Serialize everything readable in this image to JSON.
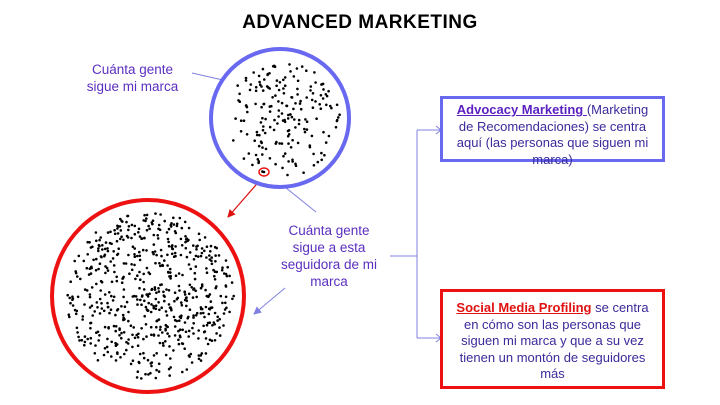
{
  "title": "ADVANCED MARKETING",
  "labels": {
    "brand_followers": [
      "Cuánta gente",
      "sigue mi marca"
    ],
    "follower_followers": [
      "Cuánta gente",
      "sigue a esta",
      "seguidora de mi",
      "marca"
    ]
  },
  "advocacy": {
    "heading": "Advocacy Marketing ",
    "text": "(Marketing de Recomendaciones) se centra aquí (las personas que siguen mi marca)"
  },
  "profiling": {
    "heading": "Social Media Profiling",
    "text": " se centra en cómo son las personas que siguen mi marca y que a su vez tienen un montón de seguidores más"
  },
  "colors": {
    "small_circle": "#6868f0",
    "big_circle": "#ee1111",
    "connector": "#8080e0",
    "red_arrow": "#dd1111",
    "label_text": "#5b2fc0"
  }
}
